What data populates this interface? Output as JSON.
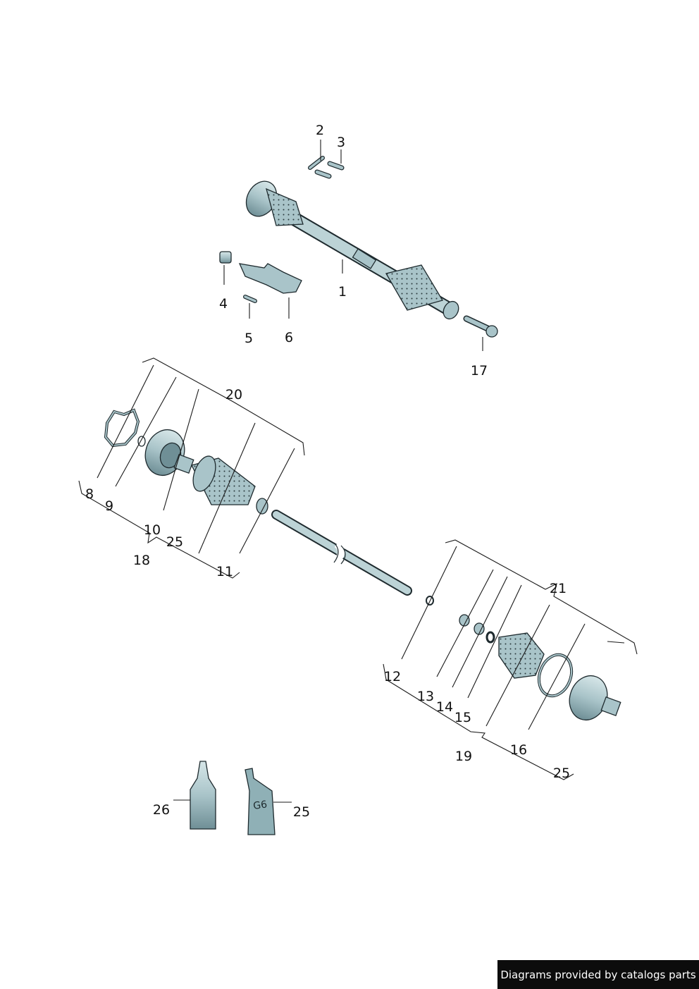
{
  "callouts": {
    "c1": "1",
    "c2": "2",
    "c3": "3",
    "c4": "4",
    "c5": "5",
    "c6": "6",
    "c8": "8",
    "c9": "9",
    "c10": "10",
    "c11": "11",
    "c12": "12",
    "c13": "13",
    "c14": "14",
    "c15": "15",
    "c16": "16",
    "c17": "17",
    "c18": "18",
    "c19": "19",
    "c20": "20",
    "c21": "21",
    "c25a": "25",
    "c25b": "25",
    "c25c": "25",
    "c26": "26"
  },
  "tube_label": "G6",
  "credit": "Diagrams provided by catalogs parts",
  "colors": {
    "part_fill": "#a9c4c9",
    "part_dark": "#6f8f96",
    "part_light": "#d6e6e8",
    "line": "#1a1a1a"
  }
}
